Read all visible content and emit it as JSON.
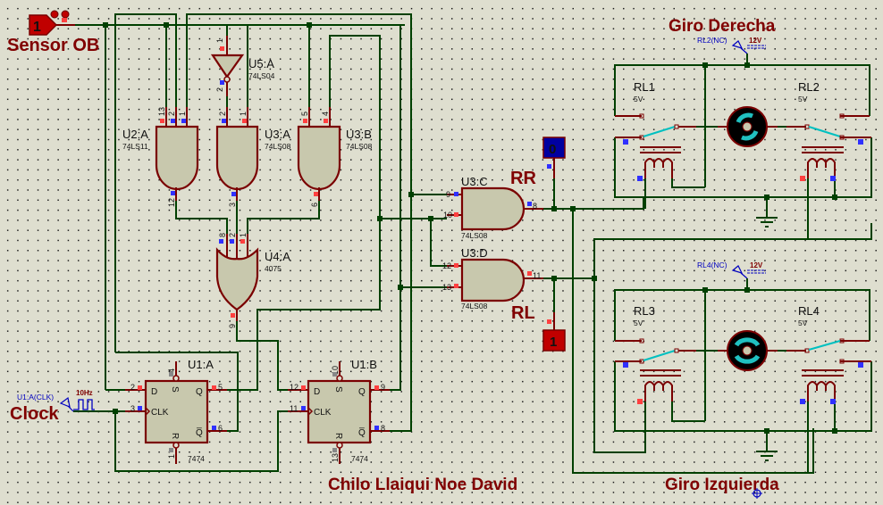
{
  "title": "Chilo Llaiqui Noe David",
  "labels": {
    "sensor": "Sensor OB",
    "clock": "Clock",
    "rr": "RR",
    "rl": "RL",
    "giro_derecha": "Giro Derecha",
    "giro_izquierda": "Giro Izquierda"
  },
  "sensor_input": {
    "state": "1"
  },
  "clock_gen": {
    "name": "U1:A(CLK)",
    "freq": "10Hz"
  },
  "logic_probes": {
    "rr": "0",
    "rl": "1"
  },
  "components": {
    "u5a": {
      "ref": "U5:A",
      "part": "74LS04",
      "pins": [
        "1",
        "2"
      ]
    },
    "u2a": {
      "ref": "U2:A",
      "part": "74LS11",
      "pins": [
        "13",
        "2",
        "1",
        "12"
      ]
    },
    "u3a": {
      "ref": "U3:A",
      "part": "74LS08",
      "pins": [
        "2",
        "1",
        "3"
      ]
    },
    "u3b": {
      "ref": "U3:B",
      "part": "74LS08",
      "pins": [
        "5",
        "4",
        "6"
      ]
    },
    "u4a": {
      "ref": "U4:A",
      "part": "4075",
      "pins": [
        "8",
        "2",
        "1",
        "9"
      ]
    },
    "u3c": {
      "ref": "U3:C",
      "part": "74LS08",
      "pins": [
        "9",
        "10",
        "8"
      ]
    },
    "u3d": {
      "ref": "U3:D",
      "part": "74LS08",
      "pins": [
        "12",
        "13",
        "11"
      ]
    },
    "u1a": {
      "ref": "U1:A",
      "part": "7474",
      "pins": [
        "2",
        "3",
        "5",
        "6",
        "4",
        "1"
      ],
      "pin_names": [
        "D",
        "CLK",
        "Q",
        "Q̅",
        "S",
        "R"
      ]
    },
    "u1b": {
      "ref": "U1:B",
      "part": "7474",
      "pins": [
        "12",
        "11",
        "9",
        "8",
        "10",
        "13"
      ],
      "pin_names": [
        "D",
        "CLK",
        "Q",
        "Q̅",
        "S",
        "R"
      ]
    }
  },
  "relays": [
    {
      "ref": "RL1",
      "value": "5V"
    },
    {
      "ref": "RL2",
      "value": "5V"
    },
    {
      "ref": "RL3",
      "value": "5V"
    },
    {
      "ref": "RL4",
      "value": "5V"
    }
  ],
  "supplies": [
    {
      "name": "RL2(NC)",
      "voltage": "12V"
    },
    {
      "name": "RL4(NC)",
      "voltage": "12V"
    }
  ],
  "colors": {
    "wire": "#004000",
    "pin": "#7a0000",
    "label": "#800000",
    "logic_high": "#ff4040",
    "logic_low": "#3030ff",
    "probe_low_bg": "#0000a0",
    "probe_high_bg": "#c00000",
    "motor_arrow": "#20c0c0"
  }
}
